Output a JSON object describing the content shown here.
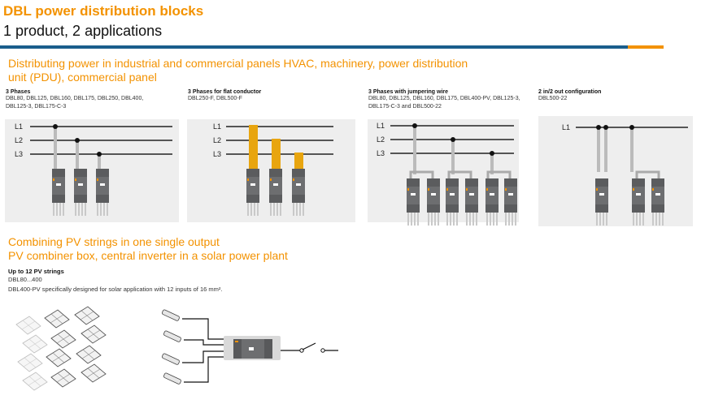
{
  "header": {
    "title": "DBL power distribution blocks",
    "subtitle": "1 product, 2 applications"
  },
  "section1": {
    "heading_line1": "Distributing power in industrial and commercial panels HVAC, machinery, power distribution",
    "heading_line2": "unit (PDU), commercial panel",
    "columns": [
      {
        "title": "3 Phases",
        "desc_line1": "DBL80, DBL125, DBL160, DBL175, DBL250, DBL400,",
        "desc_line2": "DBL125-3, DBL175-C-3"
      },
      {
        "title": "3 Phases for flat conductor",
        "desc_line1": "DBL250-F, DBL500-F",
        "desc_line2": ""
      },
      {
        "title": "3 Phases with jumpering wire",
        "desc_line1": "DBL80, DBL125, DBL160, DBL175, DBL400-PV, DBL125-3,",
        "desc_line2": "DBL175-C-3 and DBL500-22"
      },
      {
        "title": "2 in/2 out configuration",
        "desc_line1": "DBL500-22",
        "desc_line2": ""
      }
    ],
    "phase_labels": [
      "L1",
      "L2",
      "L3"
    ]
  },
  "section2": {
    "heading_line1": "Combining PV strings in one single output",
    "heading_line2": "PV combiner box, central inverter in a solar power plant",
    "title": "Up to 12 PV strings",
    "desc_line1": "DBL80...400",
    "desc_line2": "DBL400-PV specifically designed for solar application with 12 inputs of 16 mm²."
  },
  "colors": {
    "accent": "#f39200",
    "rule_blue": "#1a5e8c",
    "panel_bg": "#eeeeee",
    "block_grey": "#6d6e70",
    "copper_bar": "#e8a50f"
  }
}
